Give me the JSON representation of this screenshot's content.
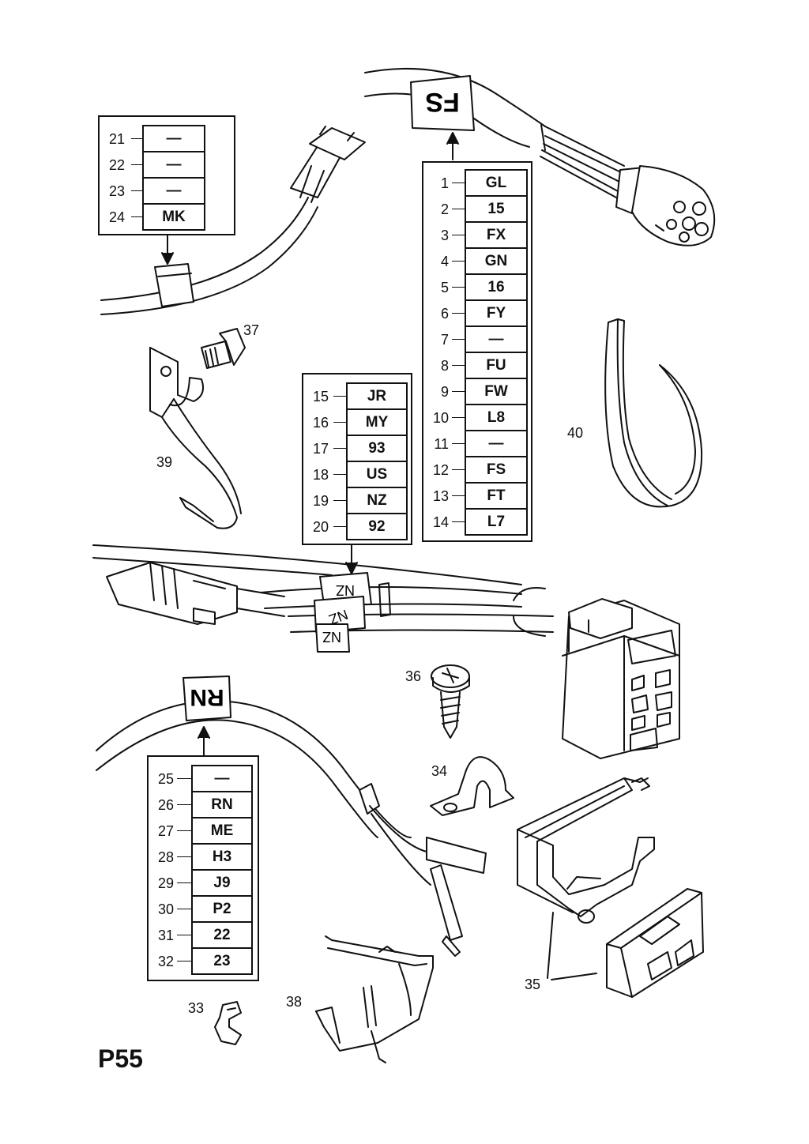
{
  "tables": {
    "upper_left": [
      {
        "no": "21",
        "code": "—"
      },
      {
        "no": "22",
        "code": "—"
      },
      {
        "no": "23",
        "code": "—"
      },
      {
        "no": "24",
        "code": "MK"
      }
    ],
    "upper_right": [
      {
        "no": "1",
        "code": "GL"
      },
      {
        "no": "2",
        "code": "15"
      },
      {
        "no": "3",
        "code": "FX"
      },
      {
        "no": "4",
        "code": "GN"
      },
      {
        "no": "5",
        "code": "16"
      },
      {
        "no": "6",
        "code": "FY"
      },
      {
        "no": "7",
        "code": "—"
      },
      {
        "no": "8",
        "code": "FU"
      },
      {
        "no": "9",
        "code": "FW"
      },
      {
        "no": "10",
        "code": "L8"
      },
      {
        "no": "11",
        "code": "—"
      },
      {
        "no": "12",
        "code": "FS"
      },
      {
        "no": "13",
        "code": "FT"
      },
      {
        "no": "14",
        "code": "L7"
      }
    ],
    "middle": [
      {
        "no": "15",
        "code": "JR"
      },
      {
        "no": "16",
        "code": "MY"
      },
      {
        "no": "17",
        "code": "93"
      },
      {
        "no": "18",
        "code": "US"
      },
      {
        "no": "19",
        "code": "NZ"
      },
      {
        "no": "20",
        "code": "92"
      }
    ],
    "lower_left": [
      {
        "no": "25",
        "code": "—"
      },
      {
        "no": "26",
        "code": "RN"
      },
      {
        "no": "27",
        "code": "ME"
      },
      {
        "no": "28",
        "code": "H3"
      },
      {
        "no": "29",
        "code": "J9"
      },
      {
        "no": "30",
        "code": "P2"
      },
      {
        "no": "31",
        "code": "22"
      },
      {
        "no": "32",
        "code": "23"
      }
    ]
  },
  "callouts": {
    "c33": "33",
    "c34": "34",
    "c35": "35",
    "c36": "36",
    "c37": "37",
    "c38": "38",
    "c39": "39",
    "c40": "40"
  },
  "tags": {
    "fs": "FS",
    "nz": "NZ",
    "rn": "RN"
  },
  "page_id": "P55"
}
